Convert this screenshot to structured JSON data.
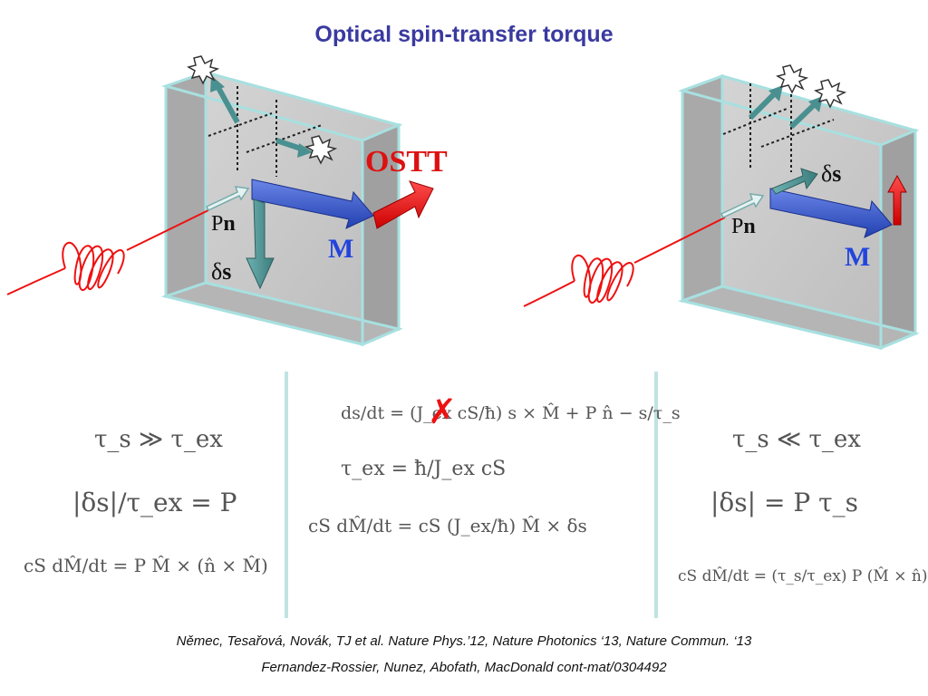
{
  "title": "Optical spin-transfer torque",
  "left_diagram": {
    "label_ostt": "OSTT",
    "label_pn_p": "P",
    "label_pn_n": "n",
    "label_m": "M",
    "label_ds_delta": "δ",
    "label_ds_s": "s"
  },
  "right_diagram": {
    "label_pn_p": "P",
    "label_pn_n": "n",
    "label_m": "M",
    "label_ds_delta": "δ",
    "label_ds_s": "s"
  },
  "equations": {
    "left": {
      "regime": "τ_s ≫ τ_ex",
      "ds_relation": "|δs|/τ_ex = P",
      "llg": "cS dM̂/dt = P M̂ × (n̂ × M̂)"
    },
    "center": {
      "ds_dt": "ds/dt = (J_ex cS/ħ) s × M̂ + P n̂ − s/τ_s",
      "tau_ex": "τ_ex = ħ/J_ex cS",
      "llg": "cS dM̂/dt = cS (J_ex/ħ) M̂ × δs",
      "cross_mark": "✗"
    },
    "right": {
      "regime": "τ_s ≪ τ_ex",
      "ds_relation": "|δs| = P τ_s",
      "llg": "cS dM̂/dt = (τ_s/τ_ex) P (M̂ × n̂)"
    }
  },
  "references": {
    "line1": "Němec, Tesařová, Novák, TJ et al. Nature Phys.’12, Nature Photonics ‘13, Nature Commun. ‘13",
    "line2": "Fernandez-Rossier, Nunez, Abofath, MacDonald cont-mat/0304492"
  },
  "colors": {
    "title": "#3a3aa0",
    "ostt": "#dd1111",
    "m_label": "#2244dd",
    "m_arrow": "#3355cc",
    "torque_arrow": "#ee1111",
    "ds_arrow": "#4a9090",
    "laser": "#ee1111",
    "slab_edge": "#a8e0e0",
    "divider": "#bfe3e3"
  }
}
